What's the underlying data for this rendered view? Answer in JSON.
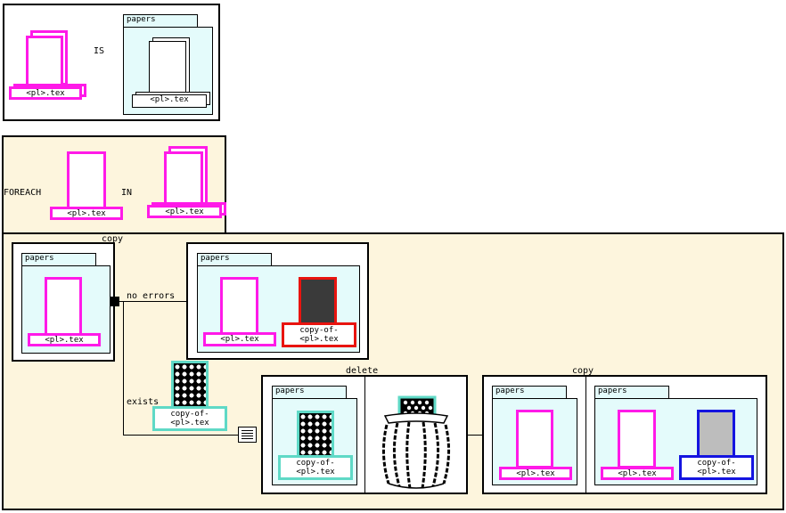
{
  "is_rule": {
    "keyword": "IS",
    "left_tag": "<pl>.tex",
    "folder_label": "papers",
    "folder_tag": "<pl>.tex"
  },
  "foreach_block": {
    "keyword_foreach": "FOREACH",
    "keyword_in": "IN",
    "item_tag": "<pl>.tex",
    "collection_tag": "<pl>.tex"
  },
  "copy_block": {
    "title": "copy",
    "source_folder_label": "papers",
    "source_tag": "<pl>.tex",
    "branch_no_errors": "no errors",
    "branch_exists": "exists",
    "result_folder_label": "papers",
    "result_source_tag": "<pl>.tex",
    "result_copy_tag_line1": "copy-of-",
    "result_copy_tag_line2": "<pl>.tex",
    "exists_tag_line1": "copy-of-",
    "exists_tag_line2": "<pl>.tex"
  },
  "delete_block": {
    "title": "delete",
    "folder_label": "papers",
    "tag_line1": "copy-of-",
    "tag_line2": "<pl>.tex"
  },
  "copy_again_block": {
    "title": "copy",
    "left_folder_label": "papers",
    "left_tag": "<pl>.tex",
    "right_folder_label": "papers",
    "right_source_tag": "<pl>.tex",
    "right_copy_tag_line1": "copy-of-",
    "right_copy_tag_line2": "<pl>.tex"
  },
  "colors": {
    "selected": "#ff1ae8",
    "copy_new": "#e8140f",
    "copy_existing": "#5fd9c6",
    "copy_replaced": "#1414e0",
    "folder_fill": "#e4fbfb",
    "block_fill": "#fdf5dd"
  }
}
